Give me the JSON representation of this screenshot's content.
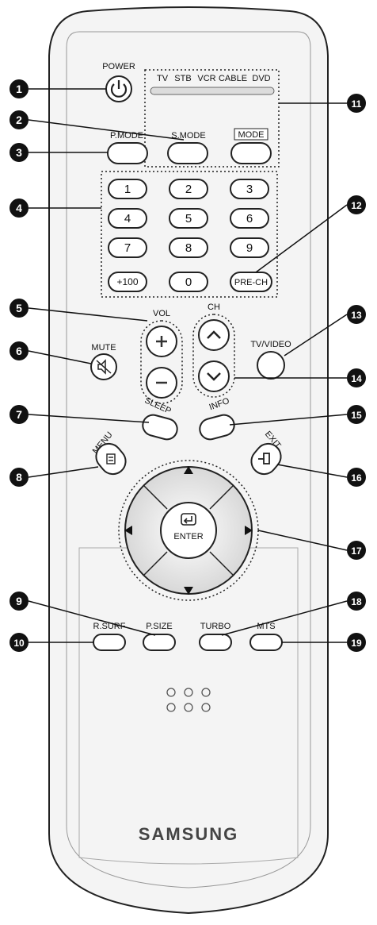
{
  "remote": {
    "brand": "SAMSUNG",
    "power_label": "POWER",
    "source_labels": [
      "TV",
      "STB",
      "VCR",
      "CABLE",
      "DVD"
    ],
    "mode_label": "MODE",
    "pmode_label": "P.MODE",
    "smode_label": "S.MODE",
    "number_keys": [
      "1",
      "2",
      "3",
      "4",
      "5",
      "6",
      "7",
      "8",
      "9",
      "+100",
      "0"
    ],
    "prech_label": "PRE-CH",
    "vol_label": "VOL",
    "ch_label": "CH",
    "mute_label": "MUTE",
    "tvvideo_label": "TV/VIDEO",
    "sleep_label": "SLEEP",
    "info_label": "INFO",
    "menu_label": "MENU",
    "exit_label": "EXIT",
    "enter_label": "ENTER",
    "rsurf_label": "R.SURF",
    "psize_label": "P.SIZE",
    "turbo_label": "TURBO",
    "mts_label": "MTS"
  },
  "callouts": [
    "1",
    "2",
    "3",
    "4",
    "5",
    "6",
    "7",
    "8",
    "9",
    "10",
    "11",
    "12",
    "13",
    "14",
    "15",
    "16",
    "17",
    "18",
    "19"
  ]
}
